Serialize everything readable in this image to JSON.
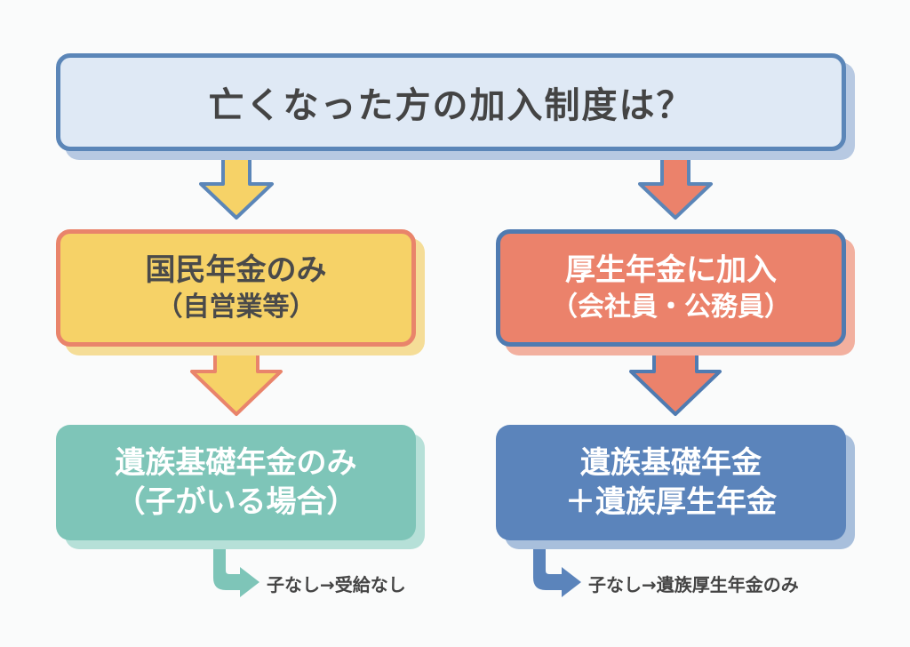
{
  "title": "亡くなった方の加入制度は？",
  "left_branch": {
    "line1": "国民年金のみ",
    "line2": "（自営業等）",
    "result_line1": "遺族基礎年金のみ",
    "result_line2": "（子がいる場合）",
    "note": "子なし→受給なし"
  },
  "right_branch": {
    "line1": "厚生年金に加入",
    "line2": "（会社員・公務員）",
    "result_line1": "遺族基礎年金",
    "result_line2": "＋遺族厚生年金",
    "note": "子なし→遺族厚生年金のみ"
  },
  "colors": {
    "blue": "#5b86b8",
    "yellow": "#f6d267",
    "salmon": "#eb826b",
    "teal": "#7ec5b8",
    "navy": "#5b84bb"
  }
}
